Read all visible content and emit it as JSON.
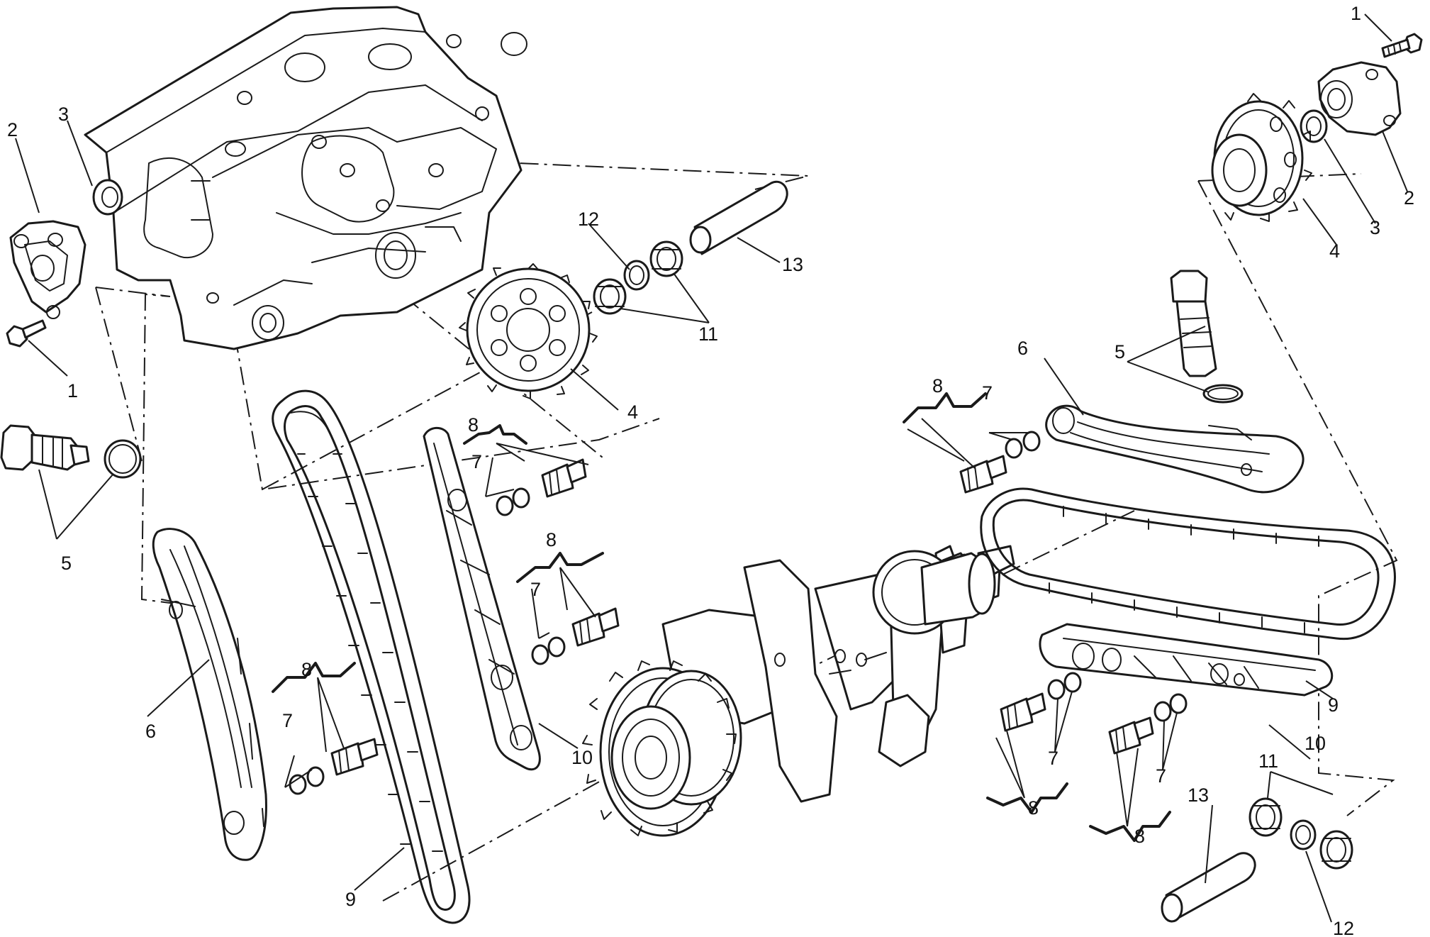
{
  "callouts": {
    "l1": "1",
    "l2": "2",
    "l3": "3",
    "l4": "4",
    "l5": "5",
    "l6": "6",
    "l7": "7",
    "l8": "8",
    "l9": "9",
    "l10": "10",
    "l11": "11",
    "l12": "12",
    "l13": "13"
  },
  "colors": {
    "line": "#1a1a1a",
    "background": "#ffffff"
  }
}
